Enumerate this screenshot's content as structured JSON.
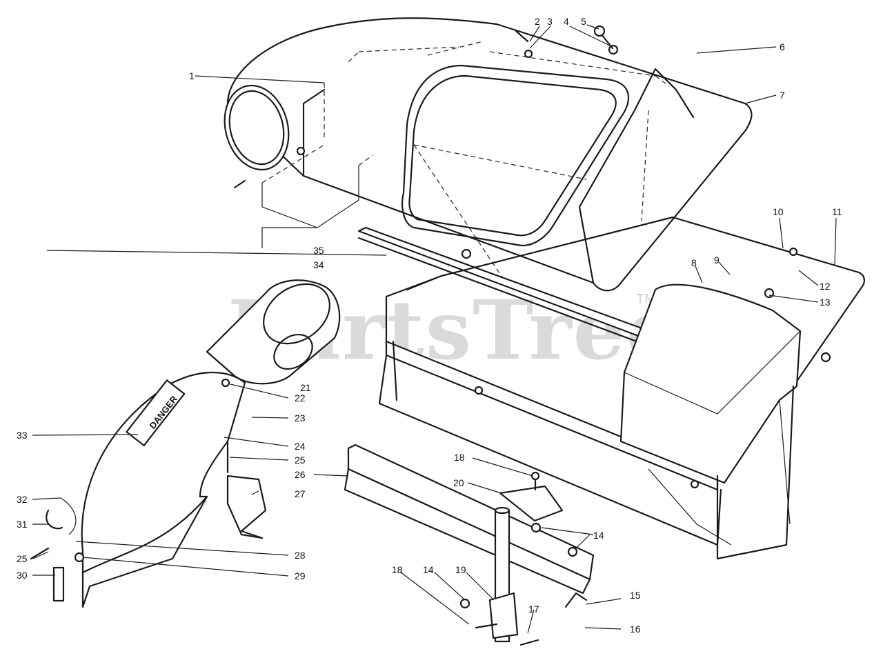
{
  "watermark": {
    "text": "PartsTree",
    "trademark": "TM"
  },
  "warning_label": "DANGER",
  "callouts": [
    "1",
    "2",
    "3",
    "4",
    "5",
    "6",
    "7",
    "8",
    "9",
    "10",
    "11",
    "12",
    "13",
    "14",
    "15",
    "16",
    "17",
    "18",
    "19",
    "20",
    "21",
    "22",
    "23",
    "24",
    "25",
    "26",
    "27",
    "28",
    "29",
    "30",
    "31",
    "32",
    "33",
    "34",
    "35"
  ],
  "colors": {
    "ink": "#1a1a1a",
    "paper": "#ffffff",
    "watermark": "#bdbdbd"
  }
}
